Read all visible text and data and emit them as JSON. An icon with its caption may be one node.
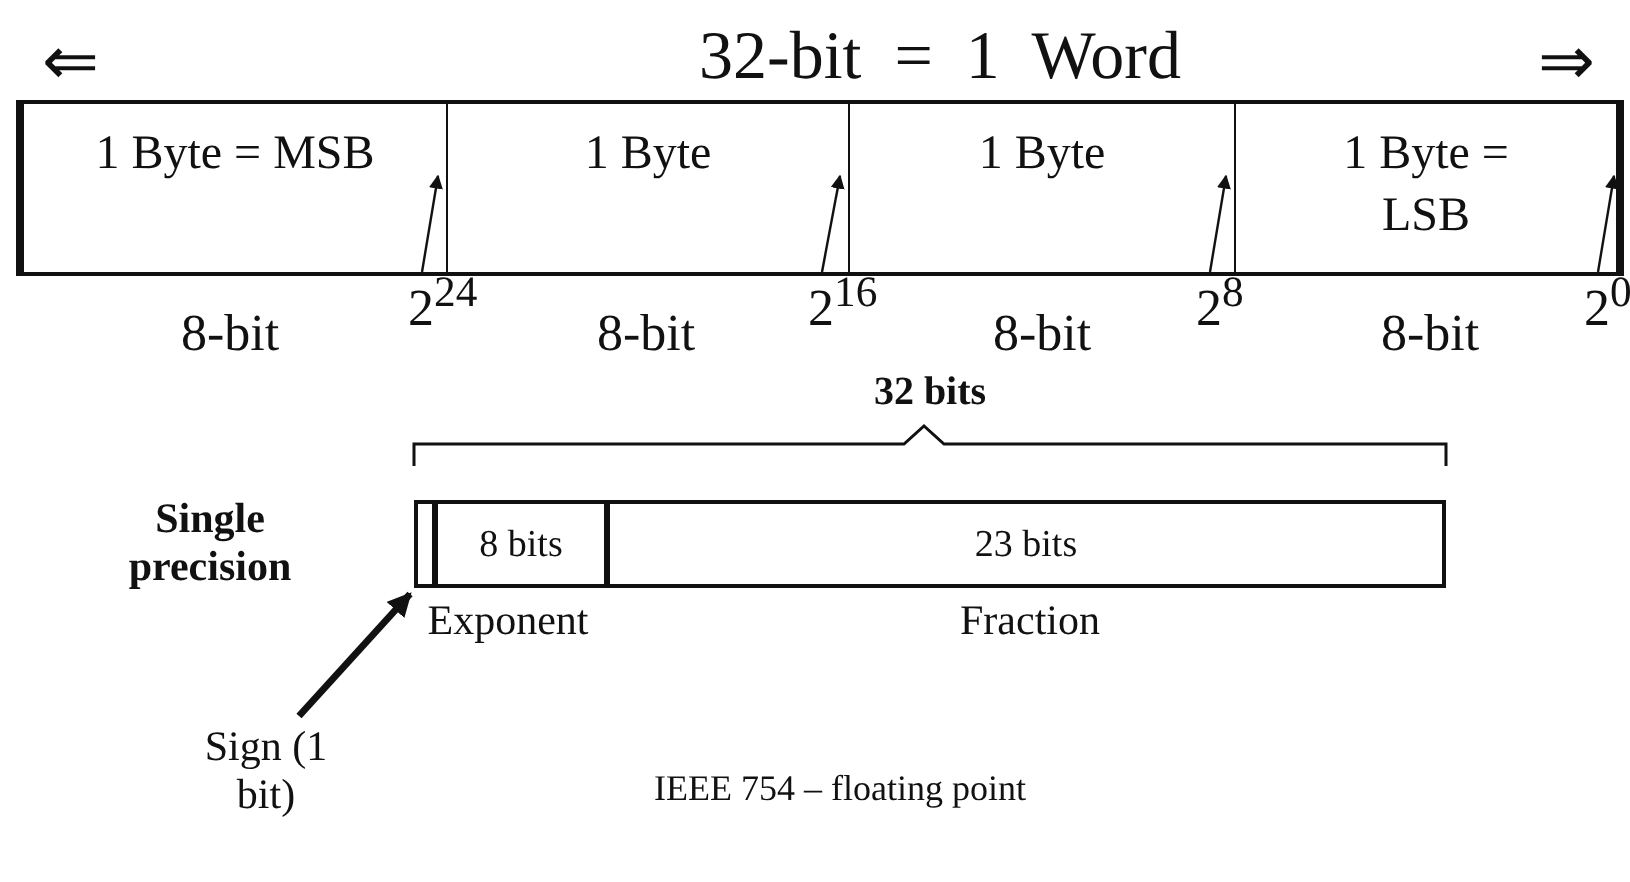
{
  "diagram": {
    "title": "32-bit = 1 Word",
    "caption": "IEEE 754 – floating point",
    "nodes": [
      {
        "text": [
          "1 Byte = MSB"
        ]
      },
      {
        "text": [
          "1 Byte"
        ]
      },
      {
        "text": [
          "1 Byte"
        ]
      },
      {
        "text": [
          "1 Byte = LSB"
        ]
      },
      {
        "text": [
          "2$^{24}$"
        ]
      },
      {
        "text": [
          "2$^{16}$"
        ]
      },
      {
        "text": [
          "2$^{8}$"
        ]
      },
      {
        "text": [
          "2$^{0}$"
        ]
      },
      {
        "text": [],
        "shape": "box"
      },
      {
        "text": [
          "8 bits"
        ],
        "beside": [
          "Exponent"
        ]
      },
      {
        "text": [
          "23 bits"
        ],
        "beside": [
          "Fraction"
        ]
      },
      {
        "text": [
          "Sign (1 bit)"
        ]
      }
    ],
    "edges": [
      {
        "from": 4,
        "to": 0,
        "arrow": "to"
      },
      {
        "from": 5,
        "to": 1,
        "arrow": "to"
      },
      {
        "from": 6,
        "to": 2,
        "arrow": "to"
      },
      {
        "from": 7,
        "to": 3,
        "arrow": "to"
      },
      {
        "from": 11,
        "to": 8,
        "arrow": "to",
        "style": "thick"
      }
    ],
    "labels": [
      "⇐",
      "⇒",
      "8-bit",
      "8-bit",
      "8-bit",
      "8-bit",
      "32 bits",
      "Single precision"
    ]
  }
}
